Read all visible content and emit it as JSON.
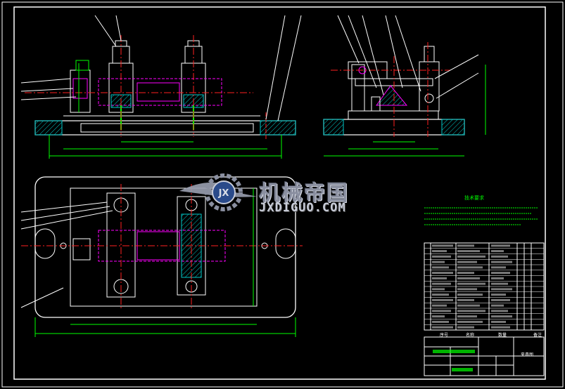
{
  "watermark": {
    "chinese": "机械帝国",
    "english": "JXDIGUO.COM",
    "emblem": "JX"
  },
  "technical_notes": {
    "title": "技术要求"
  },
  "parts_list_header": {
    "col_no": "序号",
    "col_name": "名称",
    "col_qty": "数量",
    "col_remark": "备注"
  },
  "title_block": {
    "drawing_name": "夹具图"
  },
  "colors": {
    "background": "#000000",
    "outline": "#ffffff",
    "dimension": "#00ff00",
    "centerline": "#ff2020",
    "hidden": "#ff00ff",
    "hatch": "#00c8c8",
    "leader": "#ffffff"
  },
  "icons": {
    "watermark_gear": "gear-emblem-icon"
  }
}
